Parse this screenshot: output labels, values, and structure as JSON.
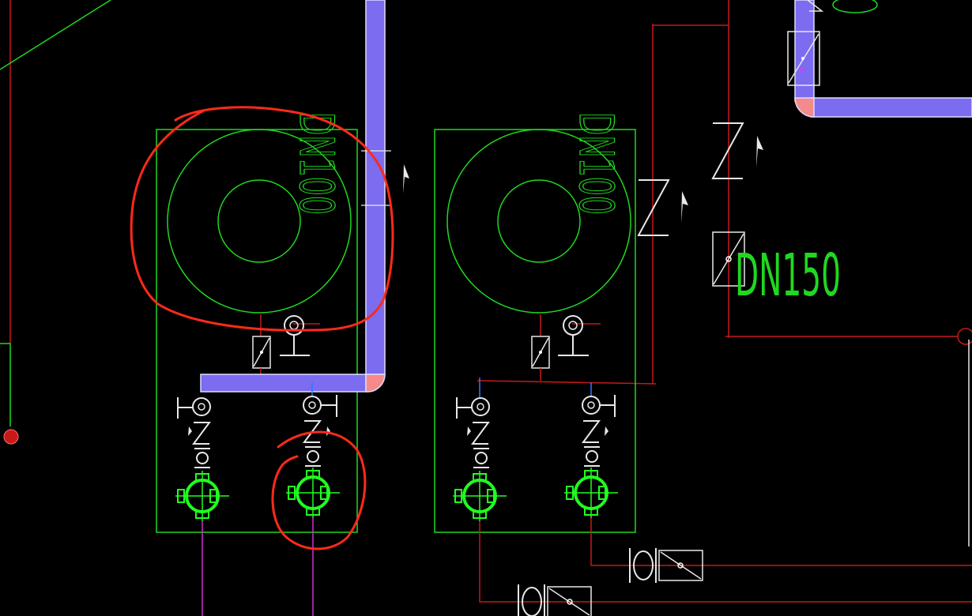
{
  "drawing": {
    "dimension_label": "DN150",
    "unit_labels": [
      "DN100",
      "DN100"
    ]
  },
  "colors": {
    "background": "#000000",
    "equipment_outline": "#20d820",
    "red_pipe": "#c81818",
    "main_pipe_fill": "#7b6cf0",
    "elbow_fill": "#f48a8a",
    "valve_symbols": "#e8e8e8",
    "magenta_pipe": "#d030d0",
    "blue_pipe": "#2a7bff",
    "annotation": "#ff2a1a"
  },
  "icons": [
    "check-valve-icon",
    "gate-valve-icon",
    "pump-flange-icon",
    "strainer-icon",
    "flow-arrow-icon"
  ]
}
